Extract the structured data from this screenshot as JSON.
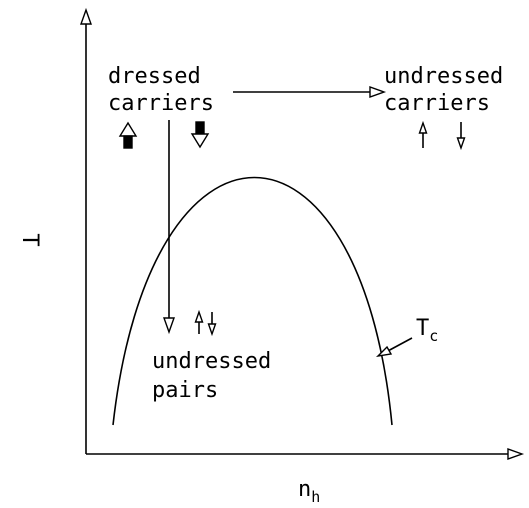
{
  "axes": {
    "y_label": "T",
    "x_label": "n",
    "x_label_subscript": "h"
  },
  "curve": {
    "label": "T",
    "label_subscript": "c"
  },
  "labels": {
    "dressed_line1": "dressed",
    "dressed_line2": "carriers",
    "undressed_carriers_line1": "undressed",
    "undressed_carriers_line2": "carriers",
    "undressed_pairs_line1": "undressed",
    "undressed_pairs_line2": "pairs"
  }
}
